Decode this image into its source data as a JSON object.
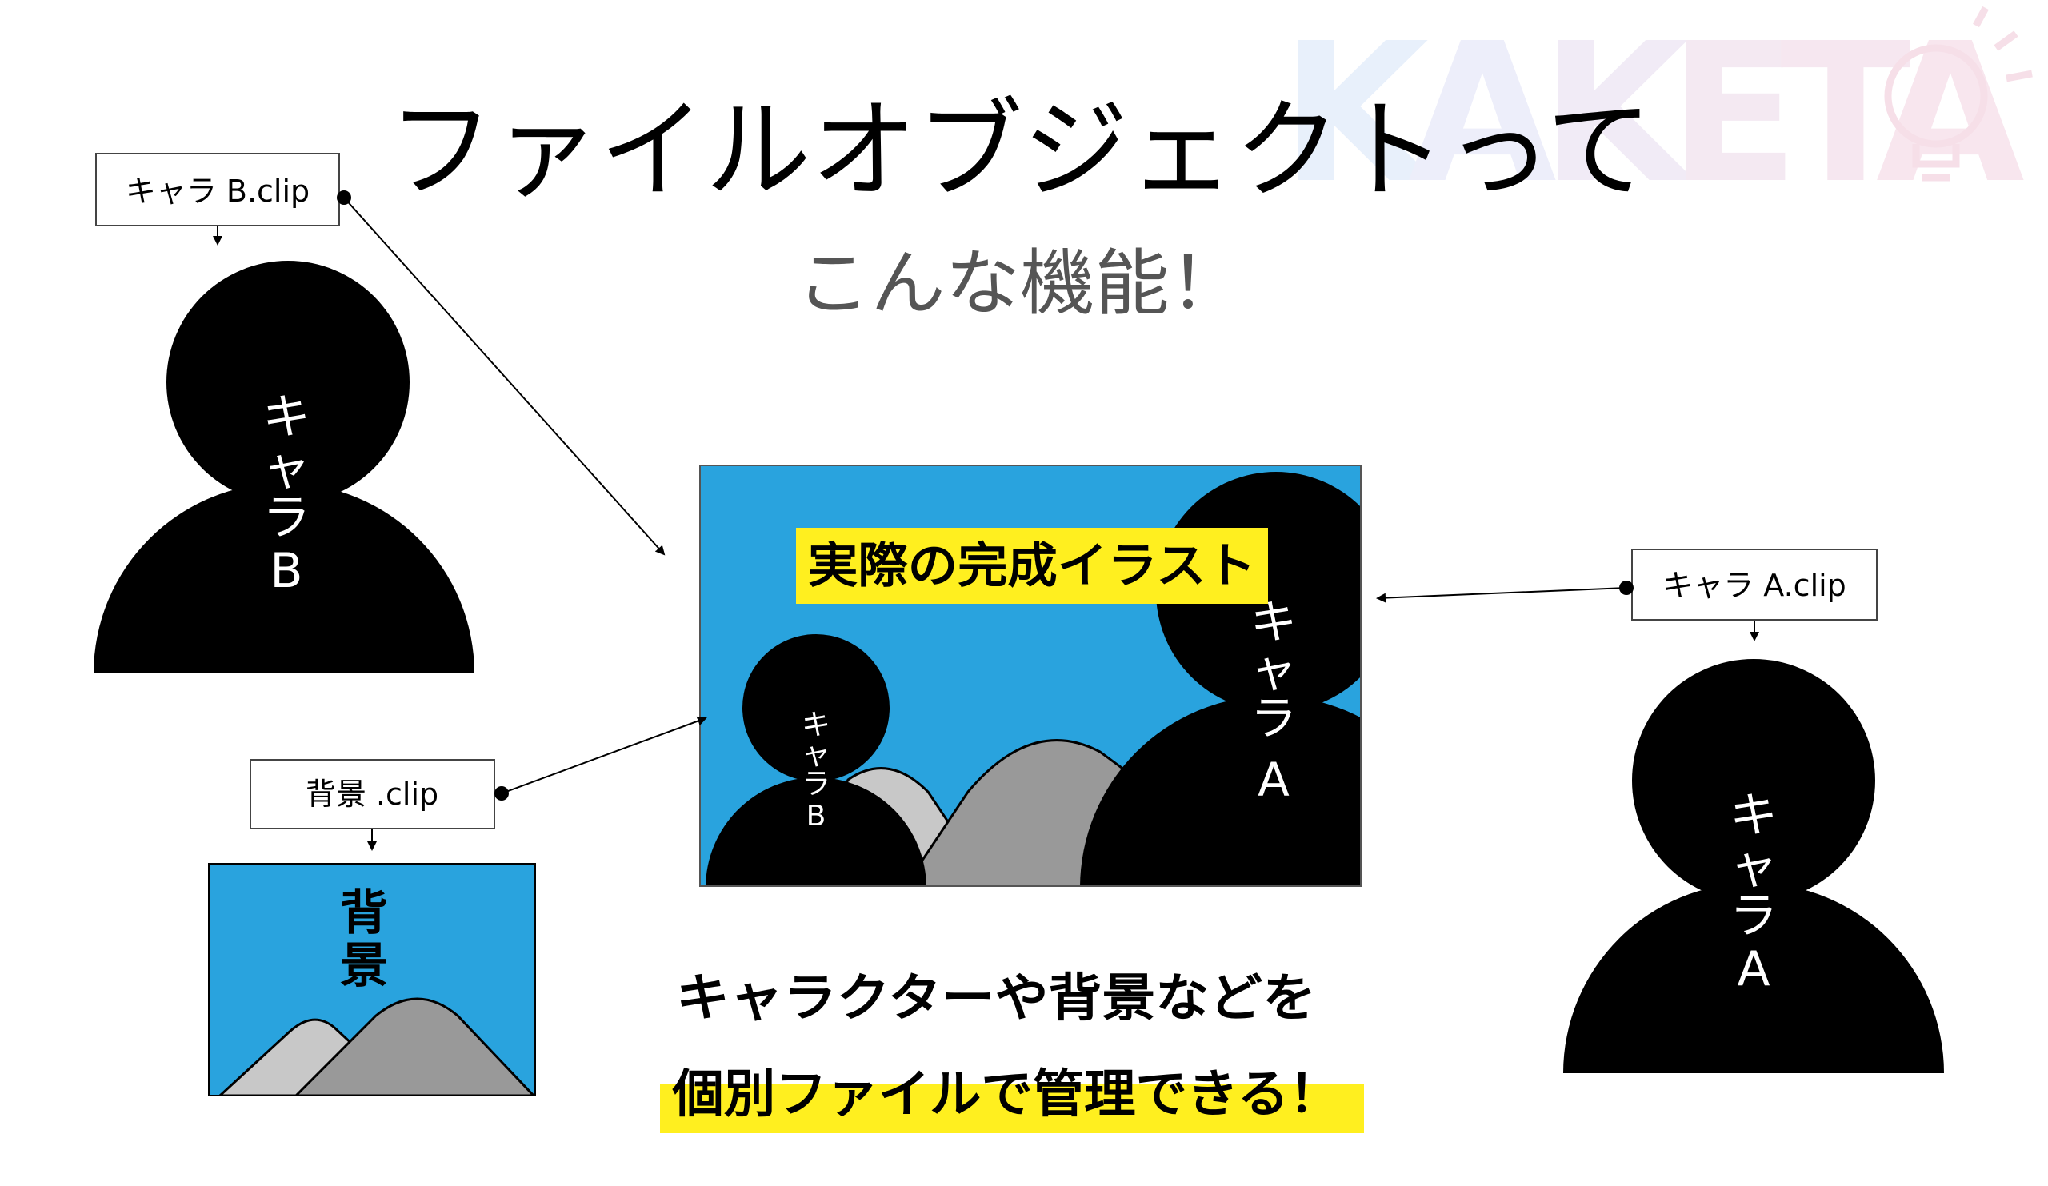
{
  "title": {
    "main": "ファイルオブジェクトって",
    "sub": "こんな機能！"
  },
  "watermark": {
    "letters": [
      "K",
      "A",
      "K",
      "E",
      "T",
      "A"
    ]
  },
  "files": {
    "chara_b": "キャラ B.clip",
    "chara_a": "キャラ A.clip",
    "background": "背景 .clip"
  },
  "figures": {
    "chara_b": [
      "キ",
      "ャ",
      "ラ",
      "B"
    ],
    "chara_a": [
      "キ",
      "ャ",
      "ラ",
      "A"
    ],
    "background": [
      "背",
      "景"
    ]
  },
  "composite": {
    "label": "実際の完成イラスト",
    "chara_b": [
      "キ",
      "ャ",
      "ラ",
      "B"
    ],
    "chara_a": [
      "キ",
      "ャ",
      "ラ",
      "A"
    ]
  },
  "caption": {
    "line1": "キャラクターや背景などを",
    "line2": "個別ファイルで管理できる！"
  },
  "colors": {
    "sky": "#29a3de",
    "highlight": "#ffef1f",
    "mountain_dark": "#999999",
    "mountain_light": "#c8c8c8",
    "silhouette": "#000000",
    "watermark_blue": "#e8f0fb",
    "watermark_pink": "#f8e6ee"
  }
}
